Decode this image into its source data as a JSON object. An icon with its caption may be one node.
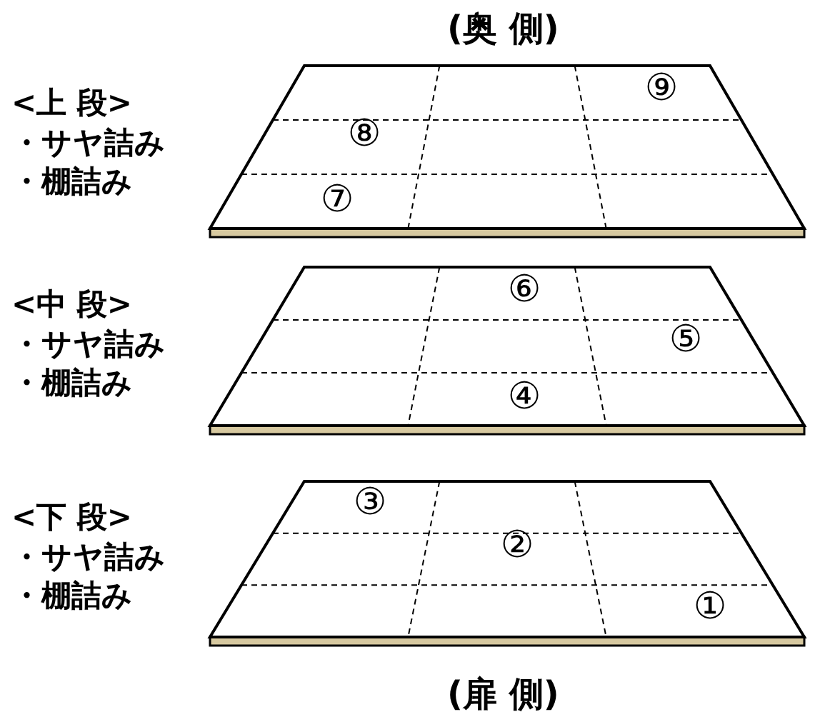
{
  "diagram": {
    "nodes": [
      {
        "text": [
          "⑨",
          "⑧",
          "⑦"
        ]
      },
      {
        "text": [
          "⑥",
          "⑤",
          "④"
        ]
      },
      {
        "text": [
          "③",
          "②",
          "①"
        ]
      }
    ],
    "labels": [
      "(奥 側)",
      "<上 段>",
      "・サヤ詰み",
      "・棚詰み",
      "<中 段>",
      "・サヤ詰み",
      "・棚詰み",
      "<下 段>",
      "・サヤ詰み",
      "・棚詰み",
      "(扉 側)"
    ]
  }
}
